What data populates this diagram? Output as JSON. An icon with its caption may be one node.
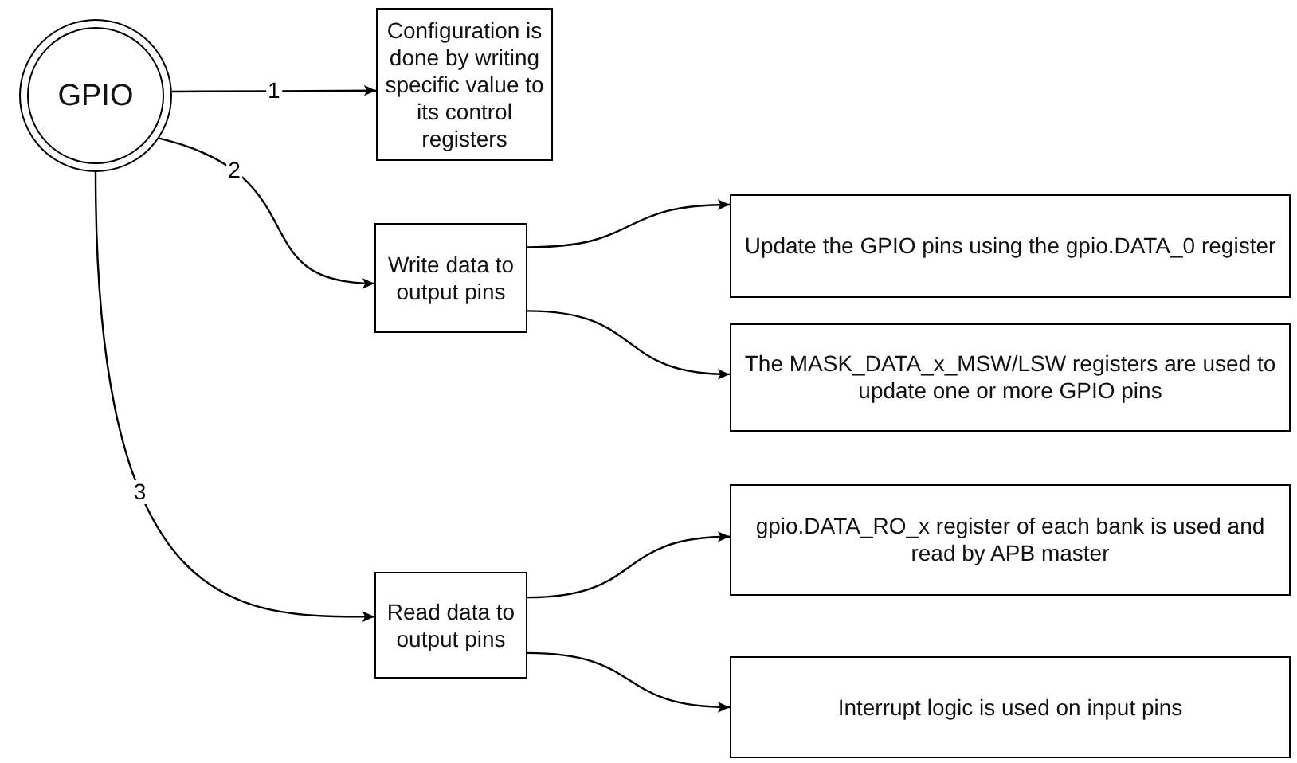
{
  "diagram": {
    "nodes": [
      {
        "text": [
          "GPIO"
        ]
      },
      {
        "text": [
          "Configuration is done by writing specific value to its control registers"
        ]
      },
      {
        "text": [
          "Write data to output pins"
        ]
      },
      {
        "text": [
          "Update the GPIO pins using the gpio.DATA_0 register"
        ]
      },
      {
        "text": [
          "The MASK_DATA_x_MSW/LSW registers are used to update one or more GPIO pins"
        ]
      },
      {
        "text": [
          "gpio.DATA_RO_x register of each bank is used and read by APB master"
        ]
      },
      {
        "text": [
          "Read data to output pins"
        ]
      },
      {
        "text": [
          "Interrupt logic is used on input pins"
        ]
      }
    ],
    "edges": [
      {
        "from": 0,
        "to": 1,
        "arrow": "to",
        "label": "1"
      },
      {
        "from": 0,
        "to": 2,
        "arrow": "to",
        "label": "2"
      },
      {
        "from": 2,
        "to": 3,
        "arrow": "to"
      },
      {
        "from": 2,
        "to": 4,
        "arrow": "to"
      },
      {
        "from": 0,
        "to": 6,
        "arrow": "to",
        "label": "3"
      },
      {
        "from": 6,
        "to": 5,
        "arrow": "to"
      },
      {
        "from": 6,
        "to": 7,
        "arrow": "to"
      }
    ]
  }
}
